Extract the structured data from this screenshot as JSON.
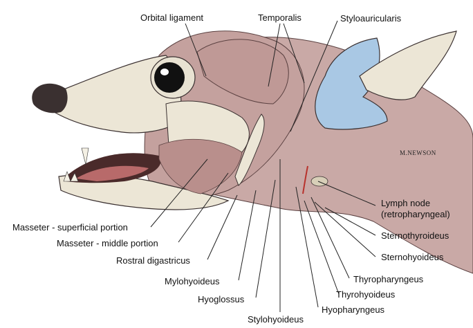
{
  "labels": {
    "orbital_ligament": "Orbital ligament",
    "temporalis": "Temporalis",
    "styloauricularis": "Styloauricularis",
    "lymph_node_1": "Lymph node",
    "lymph_node_2": "(retropharyngeal)",
    "sternothyroideus": "Sternothyroideus",
    "sternohyoideus": "Sternohyoideus",
    "thyropharyngeus": "Thyropharyngeus",
    "thyrohyoideus": "Thyrohyoideus",
    "hyopharyngeus": "Hyopharyngeus",
    "stylohyoideus": "Stylohyoideus",
    "hyoglossus": "Hyoglossus",
    "mylohyoideus": "Mylohyoideus",
    "rostral_digastricus": "Rostral digastricus",
    "masseter_middle": "Masseter - middle portion",
    "masseter_superficial": "Masseter - superficial portion"
  },
  "signature": "M.NEWSON",
  "colors": {
    "muscle": "#c9a9a6",
    "muscle_dark": "#a9807e",
    "skin": "#ece6d6",
    "cartilage": "#a9c8e4",
    "nose": "#3a3030",
    "vessel": "#b8322c",
    "leader": "#222222"
  }
}
